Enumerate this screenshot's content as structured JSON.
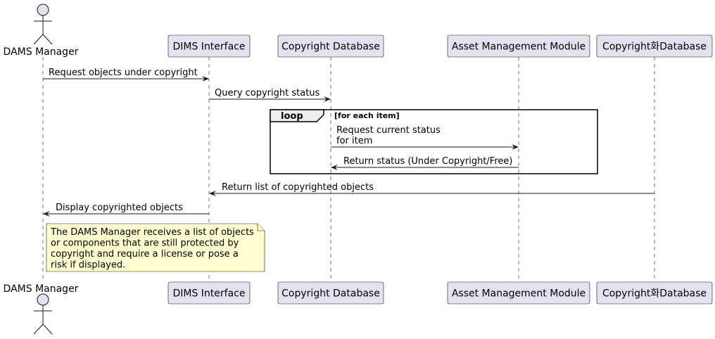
{
  "participants": [
    {
      "id": "dams",
      "label": "DAMS Manager",
      "kind": "actor"
    },
    {
      "id": "dims",
      "label": "DIMS Interface",
      "kind": "participant"
    },
    {
      "id": "copydb",
      "label": "Copyright Database",
      "kind": "participant"
    },
    {
      "id": "asset",
      "label": "Asset Management Module",
      "kind": "participant"
    },
    {
      "id": "copydb2",
      "label": "Copyright화Database",
      "kind": "participant"
    }
  ],
  "messages": [
    {
      "from": "dams",
      "to": "dims",
      "lines": [
        "Request objects under copyright"
      ]
    },
    {
      "from": "dims",
      "to": "copydb",
      "lines": [
        "Query copyright status"
      ]
    },
    {
      "from": "copydb",
      "to": "asset",
      "lines": [
        "Request current status",
        "for item"
      ]
    },
    {
      "from": "asset",
      "to": "copydb",
      "lines": [
        "Return status (Under Copyright/Free)"
      ]
    },
    {
      "from": "copydb2",
      "to": "dims",
      "lines": [
        "Return list of copyrighted objects"
      ]
    },
    {
      "from": "dims",
      "to": "dams",
      "lines": [
        "Display copyrighted objects"
      ]
    }
  ],
  "loop": {
    "label": "loop",
    "guard": "[for each item]"
  },
  "note": {
    "lines": [
      "The DAMS Manager receives a list of objects",
      "or components that are still protected by",
      "copyright and require a license or pose a",
      "risk if displayed."
    ]
  }
}
